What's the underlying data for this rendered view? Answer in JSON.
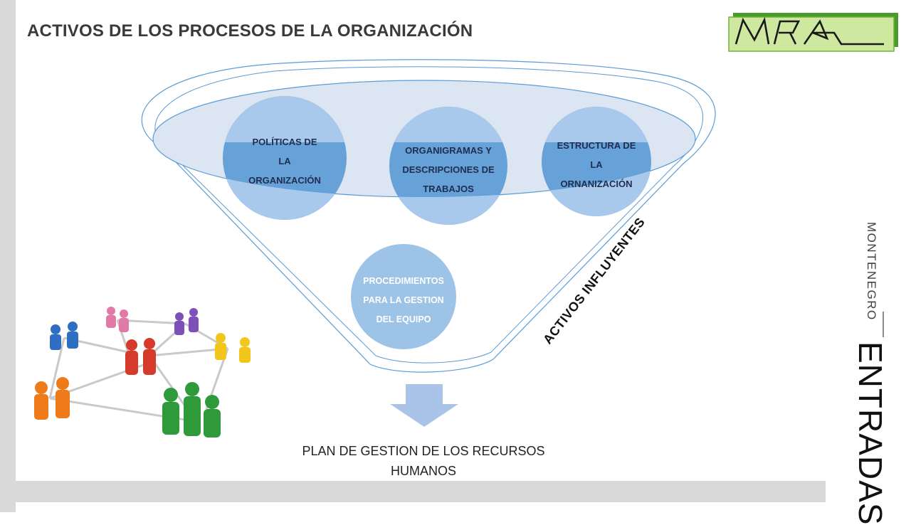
{
  "title": "ACTIVOS DE LOS PROCESOS DE LA ORGANIZACIÓN",
  "logo": {
    "text": "MRA"
  },
  "circles": [
    {
      "lines": [
        "POLÍTICAS DE",
        "LA",
        "ORGANIZACIÓN"
      ]
    },
    {
      "lines": [
        "ORGANIGRAMAS Y",
        "DESCRIPCIONES DE",
        "TRABAJOS"
      ]
    },
    {
      "lines": [
        "ESTRUCTURA DE",
        "LA",
        "ORNANIZACIÓN"
      ]
    }
  ],
  "procedure": {
    "lines": [
      "PROCEDIMIENTOS",
      "PARA LA GESTION",
      "DEL EQUIPO"
    ]
  },
  "funnel_label": "ACTIVOS INFLUYENTES",
  "output": {
    "lines": [
      "PLAN DE GESTION DE LOS RECURSOS",
      "HUMANOS"
    ]
  },
  "side": {
    "small": "MONTENEGRO",
    "big": "ENTRADAS"
  },
  "colors": {
    "circle_blue": "#5b9bd5",
    "ellipse_fill": "#dce6f2",
    "funnel_line": "#5b9bd5",
    "arrow": "#a9c4e8",
    "logo_bg": "#cfe8a0",
    "logo_border": "#4a9a2c"
  }
}
